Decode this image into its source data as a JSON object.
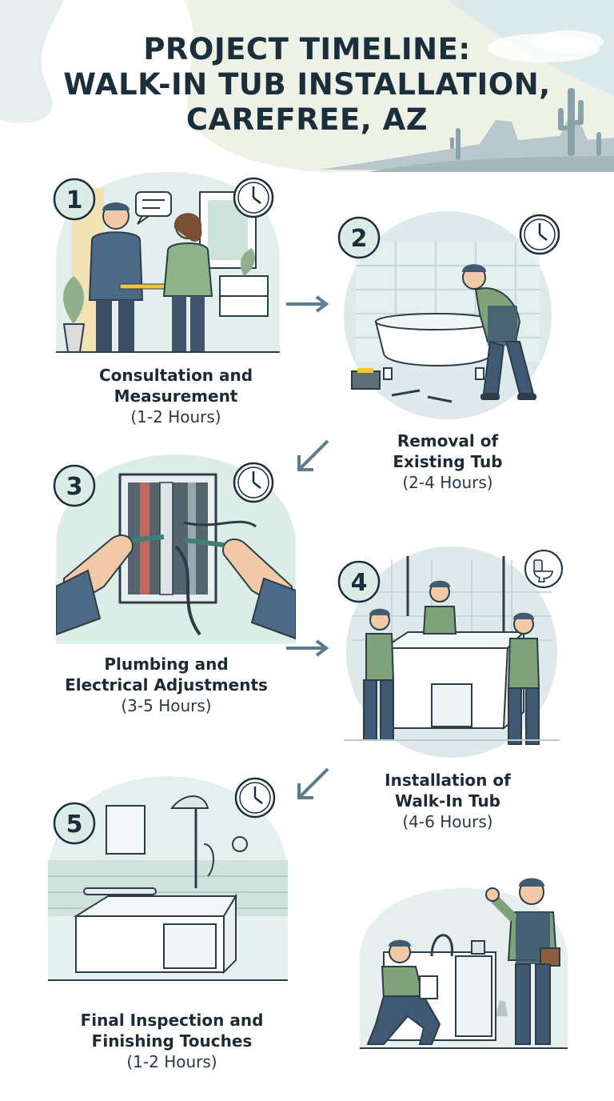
{
  "title": {
    "line1": "PROJECT TIMELINE:",
    "line2": "WALK-IN TUB INSTALLATION,",
    "line3": "CAREFREE, AZ"
  },
  "steps": [
    {
      "number": "1",
      "name_line1": "Consultation and",
      "name_line2": "Measurement",
      "duration": "(1-2 Hours)"
    },
    {
      "number": "2",
      "name_line1": "Removal of",
      "name_line2": "Existing Tub",
      "duration": "(2-4 Hours)"
    },
    {
      "number": "3",
      "name_line1": "Plumbing and",
      "name_line2": "Electrical Adjustments",
      "duration": "(3-5 Hours)"
    },
    {
      "number": "4",
      "name_line1": "Installation of",
      "name_line2": "Walk-In Tub",
      "duration": "(4-6 Hours)"
    },
    {
      "number": "5",
      "name_line1": "Final Inspection and",
      "name_line2": "Finishing Touches",
      "duration": "(1-2 Hours)"
    }
  ],
  "icons": {
    "clock": "clock-icon",
    "arrow_right": "arrow-right-icon",
    "arrow_down_left": "arrow-down-left-icon",
    "toilet": "toilet-icon"
  },
  "colors": {
    "navy": "#1b2e3c",
    "worker_blue": "#3f5a72",
    "shirt_green": "#7fa27a",
    "scene_mint": "#dbece6",
    "arrow": "#5e7a8c"
  }
}
